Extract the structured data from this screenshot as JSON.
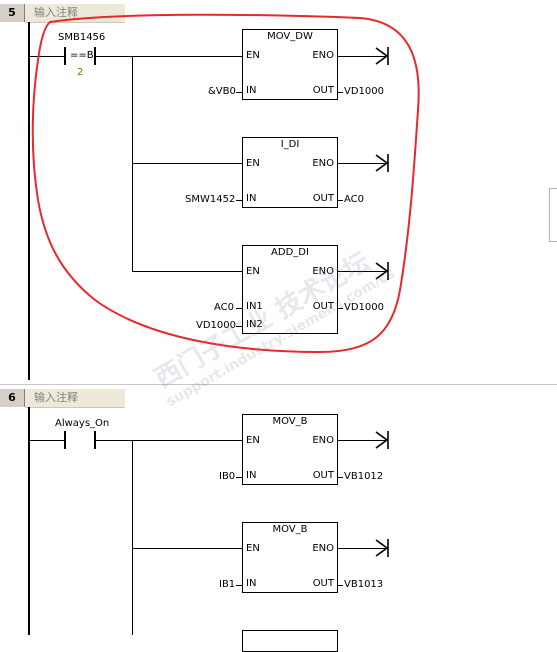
{
  "networks": [
    {
      "number": "5",
      "comment": "输入注释",
      "contact": {
        "operand": "SMB1456",
        "op": "==B",
        "compare": "2"
      },
      "boxes": [
        {
          "name": "MOV_DW",
          "en": "EN",
          "eno": "ENO",
          "inputs": [
            {
              "pin": "IN",
              "operand": "&VB0"
            }
          ],
          "out_pin": "OUT",
          "out": "VD1000"
        },
        {
          "name": "I_DI",
          "en": "EN",
          "eno": "ENO",
          "inputs": [
            {
              "pin": "IN",
              "operand": "SMW1452"
            }
          ],
          "out_pin": "OUT",
          "out": "AC0"
        },
        {
          "name": "ADD_DI",
          "en": "EN",
          "eno": "ENO",
          "inputs": [
            {
              "pin": "IN1",
              "operand": "AC0"
            },
            {
              "pin": "IN2",
              "operand": "VD1000"
            }
          ],
          "out_pin": "OUT",
          "out": "VD1000"
        }
      ]
    },
    {
      "number": "6",
      "comment": "输入注释",
      "contact": {
        "operand": "Always_On"
      },
      "boxes": [
        {
          "name": "MOV_B",
          "en": "EN",
          "eno": "ENO",
          "inputs": [
            {
              "pin": "IN",
              "operand": "IB0"
            }
          ],
          "out_pin": "OUT",
          "out": "VB1012"
        },
        {
          "name": "MOV_B",
          "en": "EN",
          "eno": "ENO",
          "inputs": [
            {
              "pin": "IN",
              "operand": "IB1"
            }
          ],
          "out_pin": "OUT",
          "out": "VB1013"
        }
      ]
    }
  ],
  "watermark": "西门子工业 技术论坛",
  "watermark_url": "support.industry.siemens.com/cs",
  "colors": {
    "annotation": "#e8282b",
    "header": "#d4d0c8",
    "compare_value": "#8b6f00"
  }
}
